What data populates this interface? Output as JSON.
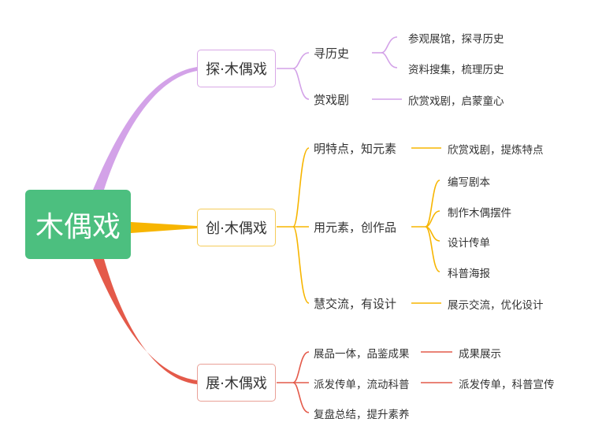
{
  "colors": {
    "root": "#4cbf7f",
    "purple": "#d3a2e8",
    "yellow": "#f7b500",
    "red": "#e45a4a"
  },
  "root": {
    "label": "木偶戏"
  },
  "branches": [
    {
      "label": "探·木偶戏",
      "children": [
        {
          "label": "寻历史",
          "children": [
            "参观展馆，探寻历史",
            "资料搜集，梳理历史"
          ]
        },
        {
          "label": "赏戏剧",
          "children": [
            "欣赏戏剧，启蒙童心"
          ]
        }
      ]
    },
    {
      "label": "创·木偶戏",
      "children": [
        {
          "label": "明特点，知元素",
          "children": [
            "欣赏戏剧，提炼特点"
          ]
        },
        {
          "label": "用元素，创作品",
          "children": [
            "编写剧本",
            "制作木偶摆件",
            "设计传单",
            "科普海报"
          ]
        },
        {
          "label": "慧交流，有设计",
          "children": [
            "展示交流，优化设计"
          ]
        }
      ]
    },
    {
      "label": "展·木偶戏",
      "children": [
        {
          "label": "展品一体，品鉴成果",
          "children": [
            "成果展示"
          ]
        },
        {
          "label": "派发传单，流动科普",
          "children": [
            "派发传单，科普宣传"
          ]
        },
        {
          "label": "复盘总结，提升素养",
          "children": []
        }
      ]
    }
  ]
}
